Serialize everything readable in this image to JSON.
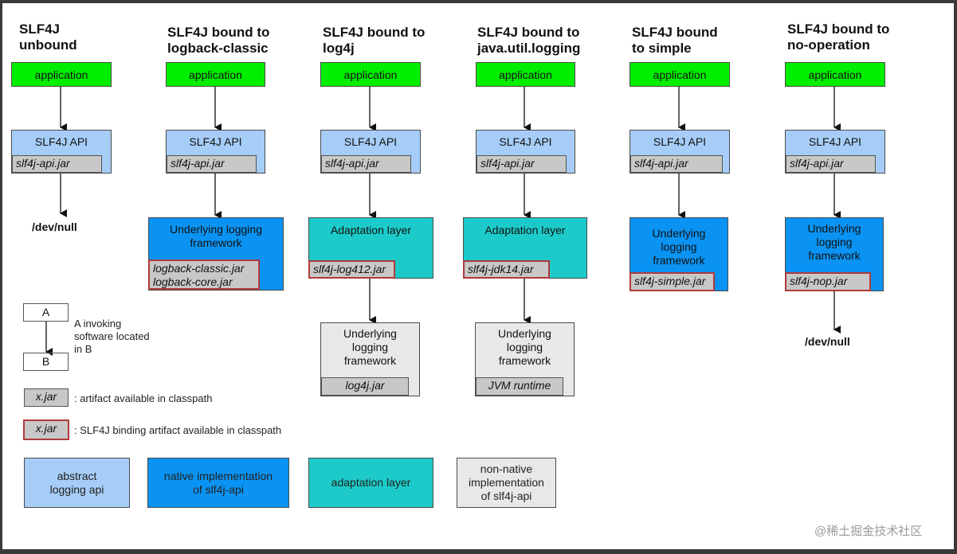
{
  "columns": [
    {
      "title": "SLF4J\nunbound",
      "app": "application",
      "api": "SLF4J API",
      "api_jar": "slf4j-api.jar",
      "devnull": "/dev/null"
    },
    {
      "title": "SLF4J bound to\nlogback-classic",
      "app": "application",
      "api": "SLF4J API",
      "api_jar": "slf4j-api.jar",
      "native": "Underlying logging\nframework",
      "native_jar": "logback-classic.jar\nlogback-core.jar"
    },
    {
      "title": "SLF4J bound to\nlog4j",
      "app": "application",
      "api": "SLF4J API",
      "api_jar": "slf4j-api.jar",
      "adapt": "Adaptation layer",
      "adapt_jar": "slf4j-log412.jar",
      "underlying": "Underlying\nlogging\nframework",
      "underlying_jar": "log4j.jar"
    },
    {
      "title": "SLF4J bound to\njava.util.logging",
      "app": "application",
      "api": "SLF4J API",
      "api_jar": "slf4j-api.jar",
      "adapt": "Adaptation layer",
      "adapt_jar": "slf4j-jdk14.jar",
      "underlying": "Underlying\nlogging\nframework",
      "underlying_jar": "JVM runtime"
    },
    {
      "title": "SLF4J bound\nto simple",
      "app": "application",
      "api": "SLF4J API",
      "api_jar": "slf4j-api.jar",
      "native": "Underlying\nlogging\nframework",
      "native_jar": "slf4j-simple.jar"
    },
    {
      "title": "SLF4J bound to\nno-operation",
      "app": "application",
      "api": "SLF4J API",
      "api_jar": "slf4j-api.jar",
      "native": "Underlying\nlogging\nframework",
      "native_jar": "slf4j-nop.jar",
      "devnull": "/dev/null"
    }
  ],
  "legend": {
    "a": "A",
    "b": "B",
    "invoke_text": "A invoking\nsoftware located\nin B",
    "xjar": "x.jar",
    "artifact_text": ": artifact available in classpath",
    "binding_text": ": SLF4J binding artifact available in classpath",
    "swatches": [
      {
        "label": "abstract\nlogging api",
        "color": "#a6cdf7"
      },
      {
        "label": "native implementation\nof slf4j-api",
        "color": "#0a93f2"
      },
      {
        "label": "adaptation layer",
        "color": "#1ccbc9"
      },
      {
        "label": "non-native\nimplementation\nof slf4j-api",
        "color": "#e8e8e8"
      }
    ]
  },
  "watermark": "@稀土掘金技术社区",
  "colors": {
    "application": "#00ee00",
    "api": "#a6cdf7",
    "native": "#0a93f2",
    "adaptation": "#1ccbc9",
    "nonnative": "#e8e8e8",
    "jar": "#c8c8c8",
    "binding_border": "#b03a3a"
  }
}
